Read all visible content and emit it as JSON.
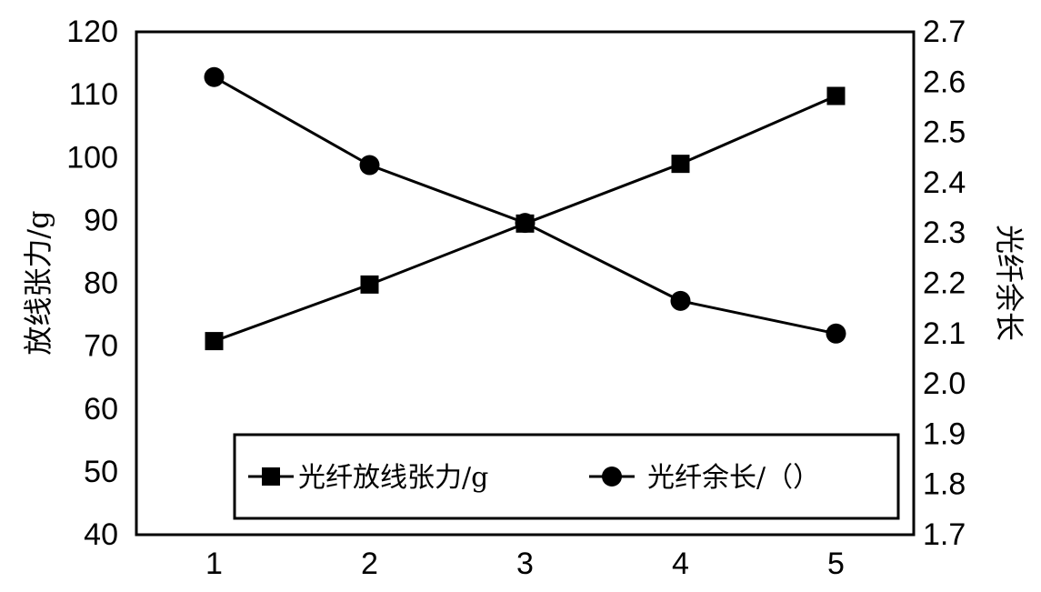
{
  "chart_data": {
    "type": "line",
    "x": [
      1,
      2,
      3,
      4,
      5
    ],
    "xlim": [
      0.5,
      5.5
    ],
    "x_ticks": [
      "1",
      "2",
      "3",
      "4",
      "5"
    ],
    "ylabel_left": "放线张力/g",
    "ylabel_right": "光纤余长",
    "ylim_left": [
      40,
      120
    ],
    "ylim_right": [
      1.7,
      2.7
    ],
    "y_ticks_left": [
      "40",
      "50",
      "60",
      "70",
      "80",
      "90",
      "100",
      "110",
      "120"
    ],
    "y_ticks_right": [
      "1.7",
      "1.8",
      "1.9",
      "2.0",
      "2.1",
      "2.2",
      "2.3",
      "2.4",
      "2.5",
      "2.6",
      "2.7"
    ],
    "series": [
      {
        "name": "光纤放线张力/g",
        "axis": "left",
        "marker": "square",
        "values": [
          70.8,
          79.8,
          89.5,
          99.0,
          109.8
        ]
      },
      {
        "name": "光纤余长/（）",
        "axis": "right",
        "marker": "circle",
        "values": [
          2.61,
          2.435,
          2.32,
          2.165,
          2.1
        ]
      }
    ],
    "legend_position": "bottom-right",
    "grid": false,
    "colors": {
      "line": "#000000",
      "background": "#ffffff"
    }
  }
}
